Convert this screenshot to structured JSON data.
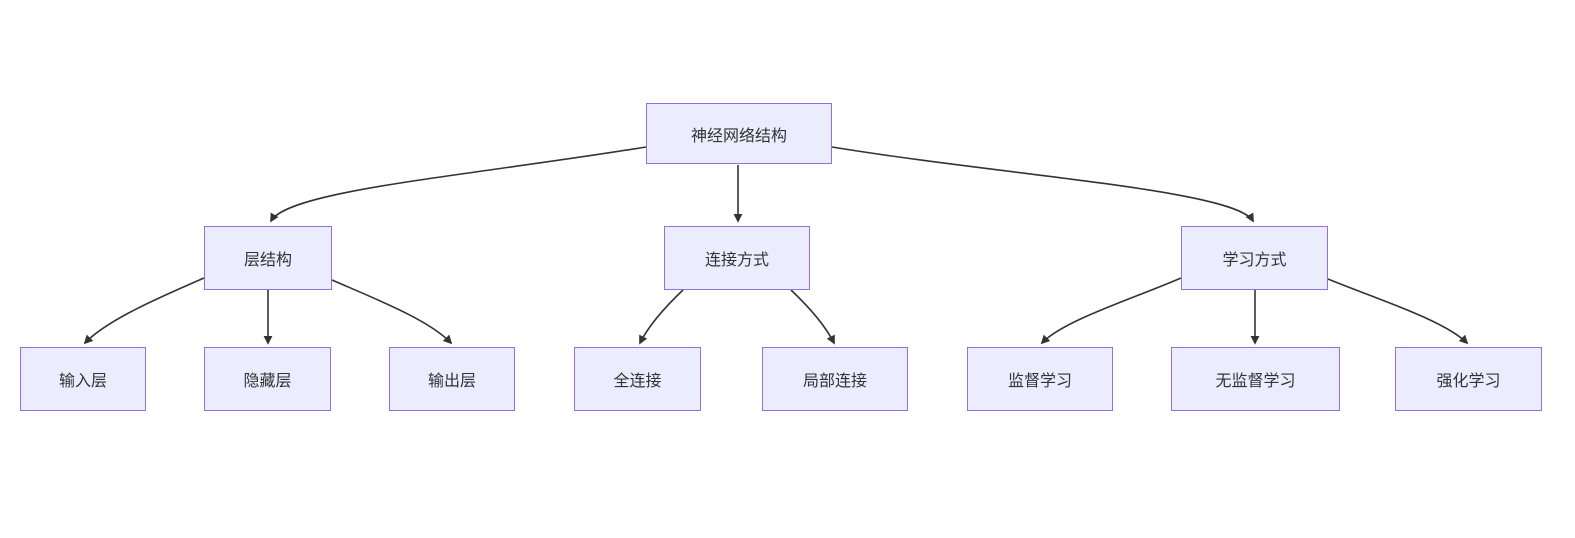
{
  "diagram": {
    "type": "flowchart",
    "direction": "top-down",
    "nodes": [
      {
        "id": "A",
        "label": "神经网络结构",
        "level": 0
      },
      {
        "id": "B",
        "label": "层结构",
        "level": 1
      },
      {
        "id": "C",
        "label": "连接方式",
        "level": 1
      },
      {
        "id": "D",
        "label": "学习方式",
        "level": 1
      },
      {
        "id": "E",
        "label": "输入层",
        "level": 2
      },
      {
        "id": "F",
        "label": "隐藏层",
        "level": 2
      },
      {
        "id": "G",
        "label": "输出层",
        "level": 2
      },
      {
        "id": "H",
        "label": "全连接",
        "level": 2
      },
      {
        "id": "I",
        "label": "局部连接",
        "level": 2
      },
      {
        "id": "J",
        "label": "监督学习",
        "level": 2
      },
      {
        "id": "K",
        "label": "无监督学习",
        "level": 2
      },
      {
        "id": "L",
        "label": "强化学习",
        "level": 2
      }
    ],
    "edges": [
      {
        "from": "神经网络结构",
        "to": "层结构"
      },
      {
        "from": "神经网络结构",
        "to": "连接方式"
      },
      {
        "from": "神经网络结构",
        "to": "学习方式"
      },
      {
        "from": "层结构",
        "to": "输入层"
      },
      {
        "from": "层结构",
        "to": "隐藏层"
      },
      {
        "from": "层结构",
        "to": "输出层"
      },
      {
        "from": "连接方式",
        "to": "全连接"
      },
      {
        "from": "连接方式",
        "to": "局部连接"
      },
      {
        "from": "学习方式",
        "to": "监督学习"
      },
      {
        "from": "学习方式",
        "to": "无监督学习"
      },
      {
        "from": "学习方式",
        "to": "强化学习"
      }
    ],
    "colors": {
      "node_fill": "#ECECFF",
      "node_border": "#9370DB",
      "edge": "#333333",
      "text": "#333333",
      "background": "#ffffff"
    }
  }
}
